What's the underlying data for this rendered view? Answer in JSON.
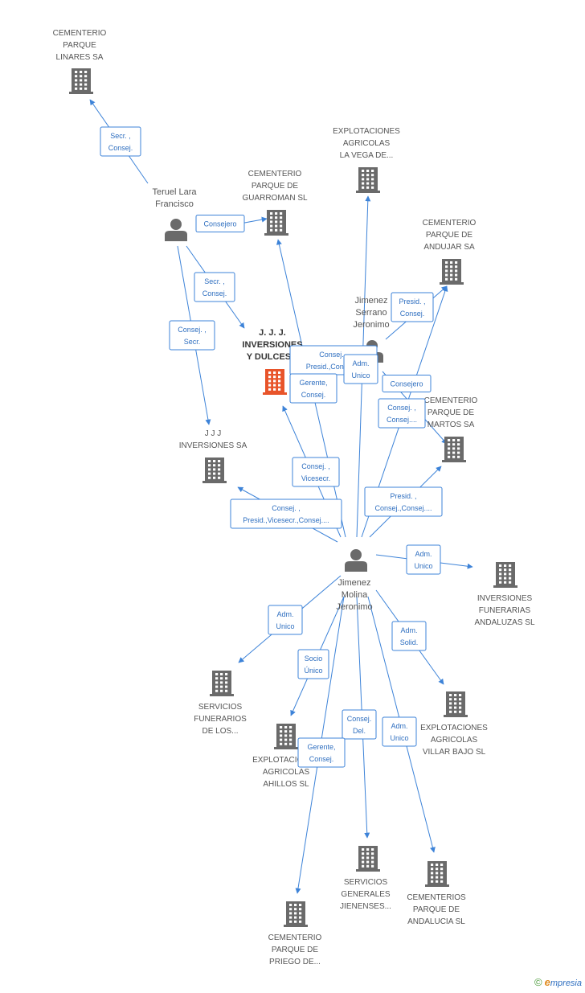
{
  "colors": {
    "edge": "#3d83d8",
    "edge_text": "#2f6fc0",
    "company_icon": "#6a6a6a",
    "center_icon": "#e8542a",
    "person_icon": "#6a6a6a",
    "label": "#555555"
  },
  "nodes": [
    {
      "id": "cementerio_linares",
      "type": "company",
      "lines": [
        "CEMENTERIO",
        "PARQUE",
        "LINARES SA"
      ]
    },
    {
      "id": "explotaciones_vega",
      "type": "company",
      "lines": [
        "EXPLOTACIONES",
        "AGRICOLAS",
        "LA VEGA DE..."
      ]
    },
    {
      "id": "cementerio_guarroman",
      "type": "company",
      "lines": [
        "CEMENTERIO",
        "PARQUE DE",
        "GUARROMAN SL"
      ]
    },
    {
      "id": "cementerio_andujar",
      "type": "company",
      "lines": [
        "CEMENTERIO",
        "PARQUE DE",
        "ANDUJAR SA"
      ]
    },
    {
      "id": "jjj_dulces",
      "type": "center",
      "lines": [
        "J. J. J.",
        "INVERSIONES",
        "Y DULCES..."
      ]
    },
    {
      "id": "cementerio_martos",
      "type": "company",
      "lines": [
        "CEMENTERIO",
        "PARQUE DE",
        "MARTOS SA"
      ]
    },
    {
      "id": "jjj_inversiones",
      "type": "company",
      "lines": [
        "J J J",
        "INVERSIONES SA"
      ]
    },
    {
      "id": "inversiones_funerarias",
      "type": "company",
      "lines": [
        "INVERSIONES",
        "FUNERARIAS",
        "ANDALUZAS SL"
      ]
    },
    {
      "id": "servicios_funerarios",
      "type": "company",
      "lines": [
        "SERVICIOS",
        "FUNERARIOS",
        "DE LOS..."
      ]
    },
    {
      "id": "explotaciones_villar",
      "type": "company",
      "lines": [
        "EXPLOTACIONES",
        "AGRICOLAS",
        "VILLAR BAJO SL"
      ]
    },
    {
      "id": "explotaciones_ahillos",
      "type": "company",
      "lines": [
        "EXPLOTACIONES",
        "AGRICOLAS",
        "AHILLOS  SL"
      ]
    },
    {
      "id": "servicios_generales",
      "type": "company",
      "lines": [
        "SERVICIOS",
        "GENERALES",
        "JIENENSES..."
      ]
    },
    {
      "id": "cementerios_andalucia",
      "type": "company",
      "lines": [
        "CEMENTERIOS",
        "PARQUE DE",
        "ANDALUCIA SL"
      ]
    },
    {
      "id": "cementerio_priego",
      "type": "company",
      "lines": [
        "CEMENTERIO",
        "PARQUE DE",
        "PRIEGO DE..."
      ]
    },
    {
      "id": "teruel",
      "type": "person",
      "lines": [
        "Teruel Lara",
        "Francisco"
      ]
    },
    {
      "id": "jimenez_serrano",
      "type": "person",
      "lines": [
        "Jimenez",
        "Serrano",
        "Jeronimo"
      ]
    },
    {
      "id": "jimenez_molina",
      "type": "person",
      "lines": [
        "Jimenez",
        "Molina",
        "Jeronimo"
      ]
    }
  ],
  "edges": [
    {
      "from": "teruel",
      "to": "cementerio_linares",
      "lines": [
        "Secr. ,",
        "Consej."
      ]
    },
    {
      "from": "teruel",
      "to": "cementerio_guarroman",
      "lines": [
        "Consejero"
      ]
    },
    {
      "from": "teruel",
      "to": "jjj_dulces",
      "lines": [
        "Secr. ,",
        "Consej."
      ]
    },
    {
      "from": "teruel",
      "to": "jjj_inversiones",
      "lines": [
        "Consej. ,",
        "Secr."
      ]
    },
    {
      "from": "jimenez_serrano",
      "to": "cementerio_andujar",
      "lines": [
        "Presid. ,",
        "Consej."
      ]
    },
    {
      "from": "jimenez_serrano",
      "to": "jjj_dulces",
      "lines": [
        "Consej. ,",
        "Presid.,Consej...."
      ]
    },
    {
      "from": "jimenez_serrano",
      "to": "jjj_dulces",
      "lines": [
        "Adm.",
        "Unico"
      ]
    },
    {
      "from": "jimenez_serrano",
      "to": "cementerio_martos",
      "lines": [
        "Consejero"
      ]
    },
    {
      "from": "jimenez_molina",
      "to": "cementerio_guarroman",
      "lines": [
        "Gerente,",
        "Consej."
      ]
    },
    {
      "from": "jimenez_molina",
      "to": "explotaciones_vega",
      "lines": []
    },
    {
      "from": "jimenez_molina",
      "to": "cementerio_andujar",
      "lines": [
        "Consej. ,",
        "Consej...."
      ]
    },
    {
      "from": "jimenez_molina",
      "to": "jjj_dulces",
      "lines": [
        "Consej. ,",
        "Vicesecr."
      ]
    },
    {
      "from": "jimenez_molina",
      "to": "jjj_inversiones",
      "lines": [
        "Consej. ,",
        "Presid.,Vicesecr.,Consej...."
      ]
    },
    {
      "from": "jimenez_molina",
      "to": "cementerio_martos",
      "lines": [
        "Presid. ,",
        "Consej.,Consej...."
      ]
    },
    {
      "from": "jimenez_molina",
      "to": "inversiones_funerarias",
      "lines": [
        "Adm.",
        "Unico"
      ]
    },
    {
      "from": "jimenez_molina",
      "to": "servicios_funerarios",
      "lines": [
        "Adm.",
        "Unico"
      ]
    },
    {
      "from": "jimenez_molina",
      "to": "explotaciones_villar",
      "lines": [
        "Adm.",
        "Solid."
      ]
    },
    {
      "from": "jimenez_molina",
      "to": "explotaciones_ahillos",
      "lines": [
        "Socio",
        "Único"
      ]
    },
    {
      "from": "jimenez_molina",
      "to": "servicios_generales",
      "lines": [
        "Consej.",
        "Del."
      ]
    },
    {
      "from": "jimenez_molina",
      "to": "cementerios_andalucia",
      "lines": [
        "Adm.",
        "Unico"
      ]
    },
    {
      "from": "jimenez_molina",
      "to": "cementerio_priego",
      "lines": [
        "Gerente,",
        "Consej."
      ]
    }
  ],
  "brand": {
    "copyright": "©",
    "initial": "e",
    "name": "mpresia"
  }
}
